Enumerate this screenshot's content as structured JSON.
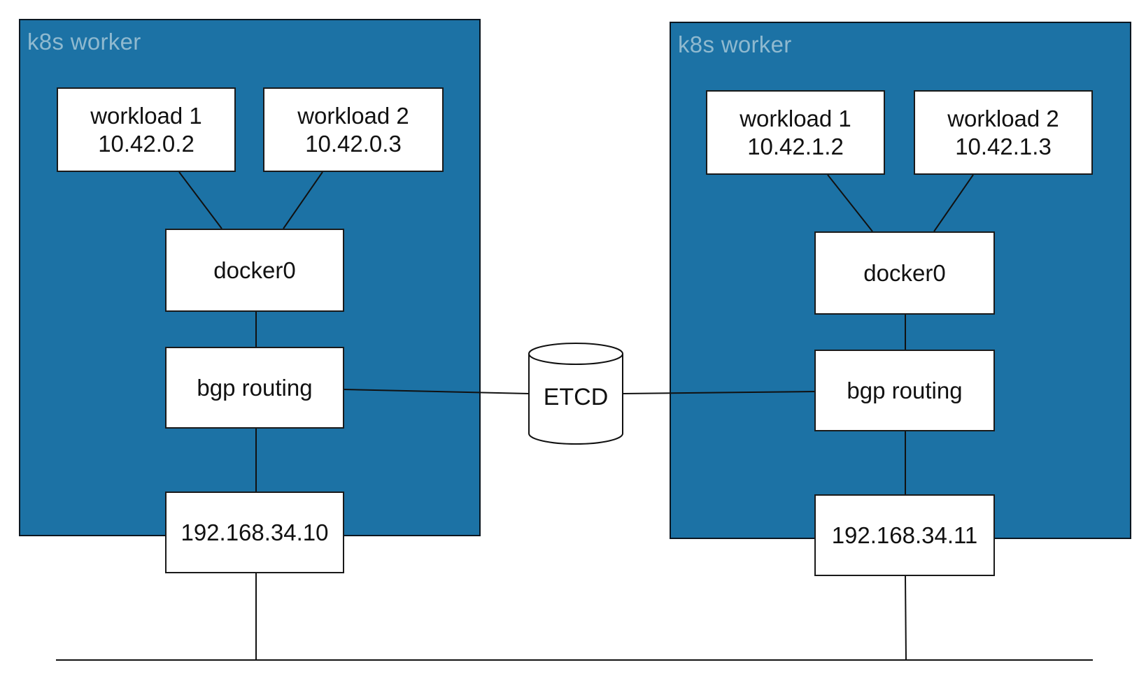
{
  "left_worker": {
    "title": "k8s worker",
    "workloads": [
      {
        "name": "workload 1",
        "ip": "10.42.0.2"
      },
      {
        "name": "workload 2",
        "ip": "10.42.0.3"
      }
    ],
    "bridge": "docker0",
    "routing": "bgp routing",
    "host_ip": "192.168.34.10"
  },
  "right_worker": {
    "title": "k8s worker",
    "workloads": [
      {
        "name": "workload 1",
        "ip": "10.42.1.2"
      },
      {
        "name": "workload 2",
        "ip": "10.42.1.3"
      }
    ],
    "bridge": "docker0",
    "routing": "bgp routing",
    "host_ip": "192.168.34.11"
  },
  "etcd": {
    "label": "ETCD"
  },
  "colors": {
    "worker_fill": "#1c72a5",
    "worker_title": "#8fb9cf",
    "node_fill": "#ffffff",
    "line": "#111111"
  }
}
